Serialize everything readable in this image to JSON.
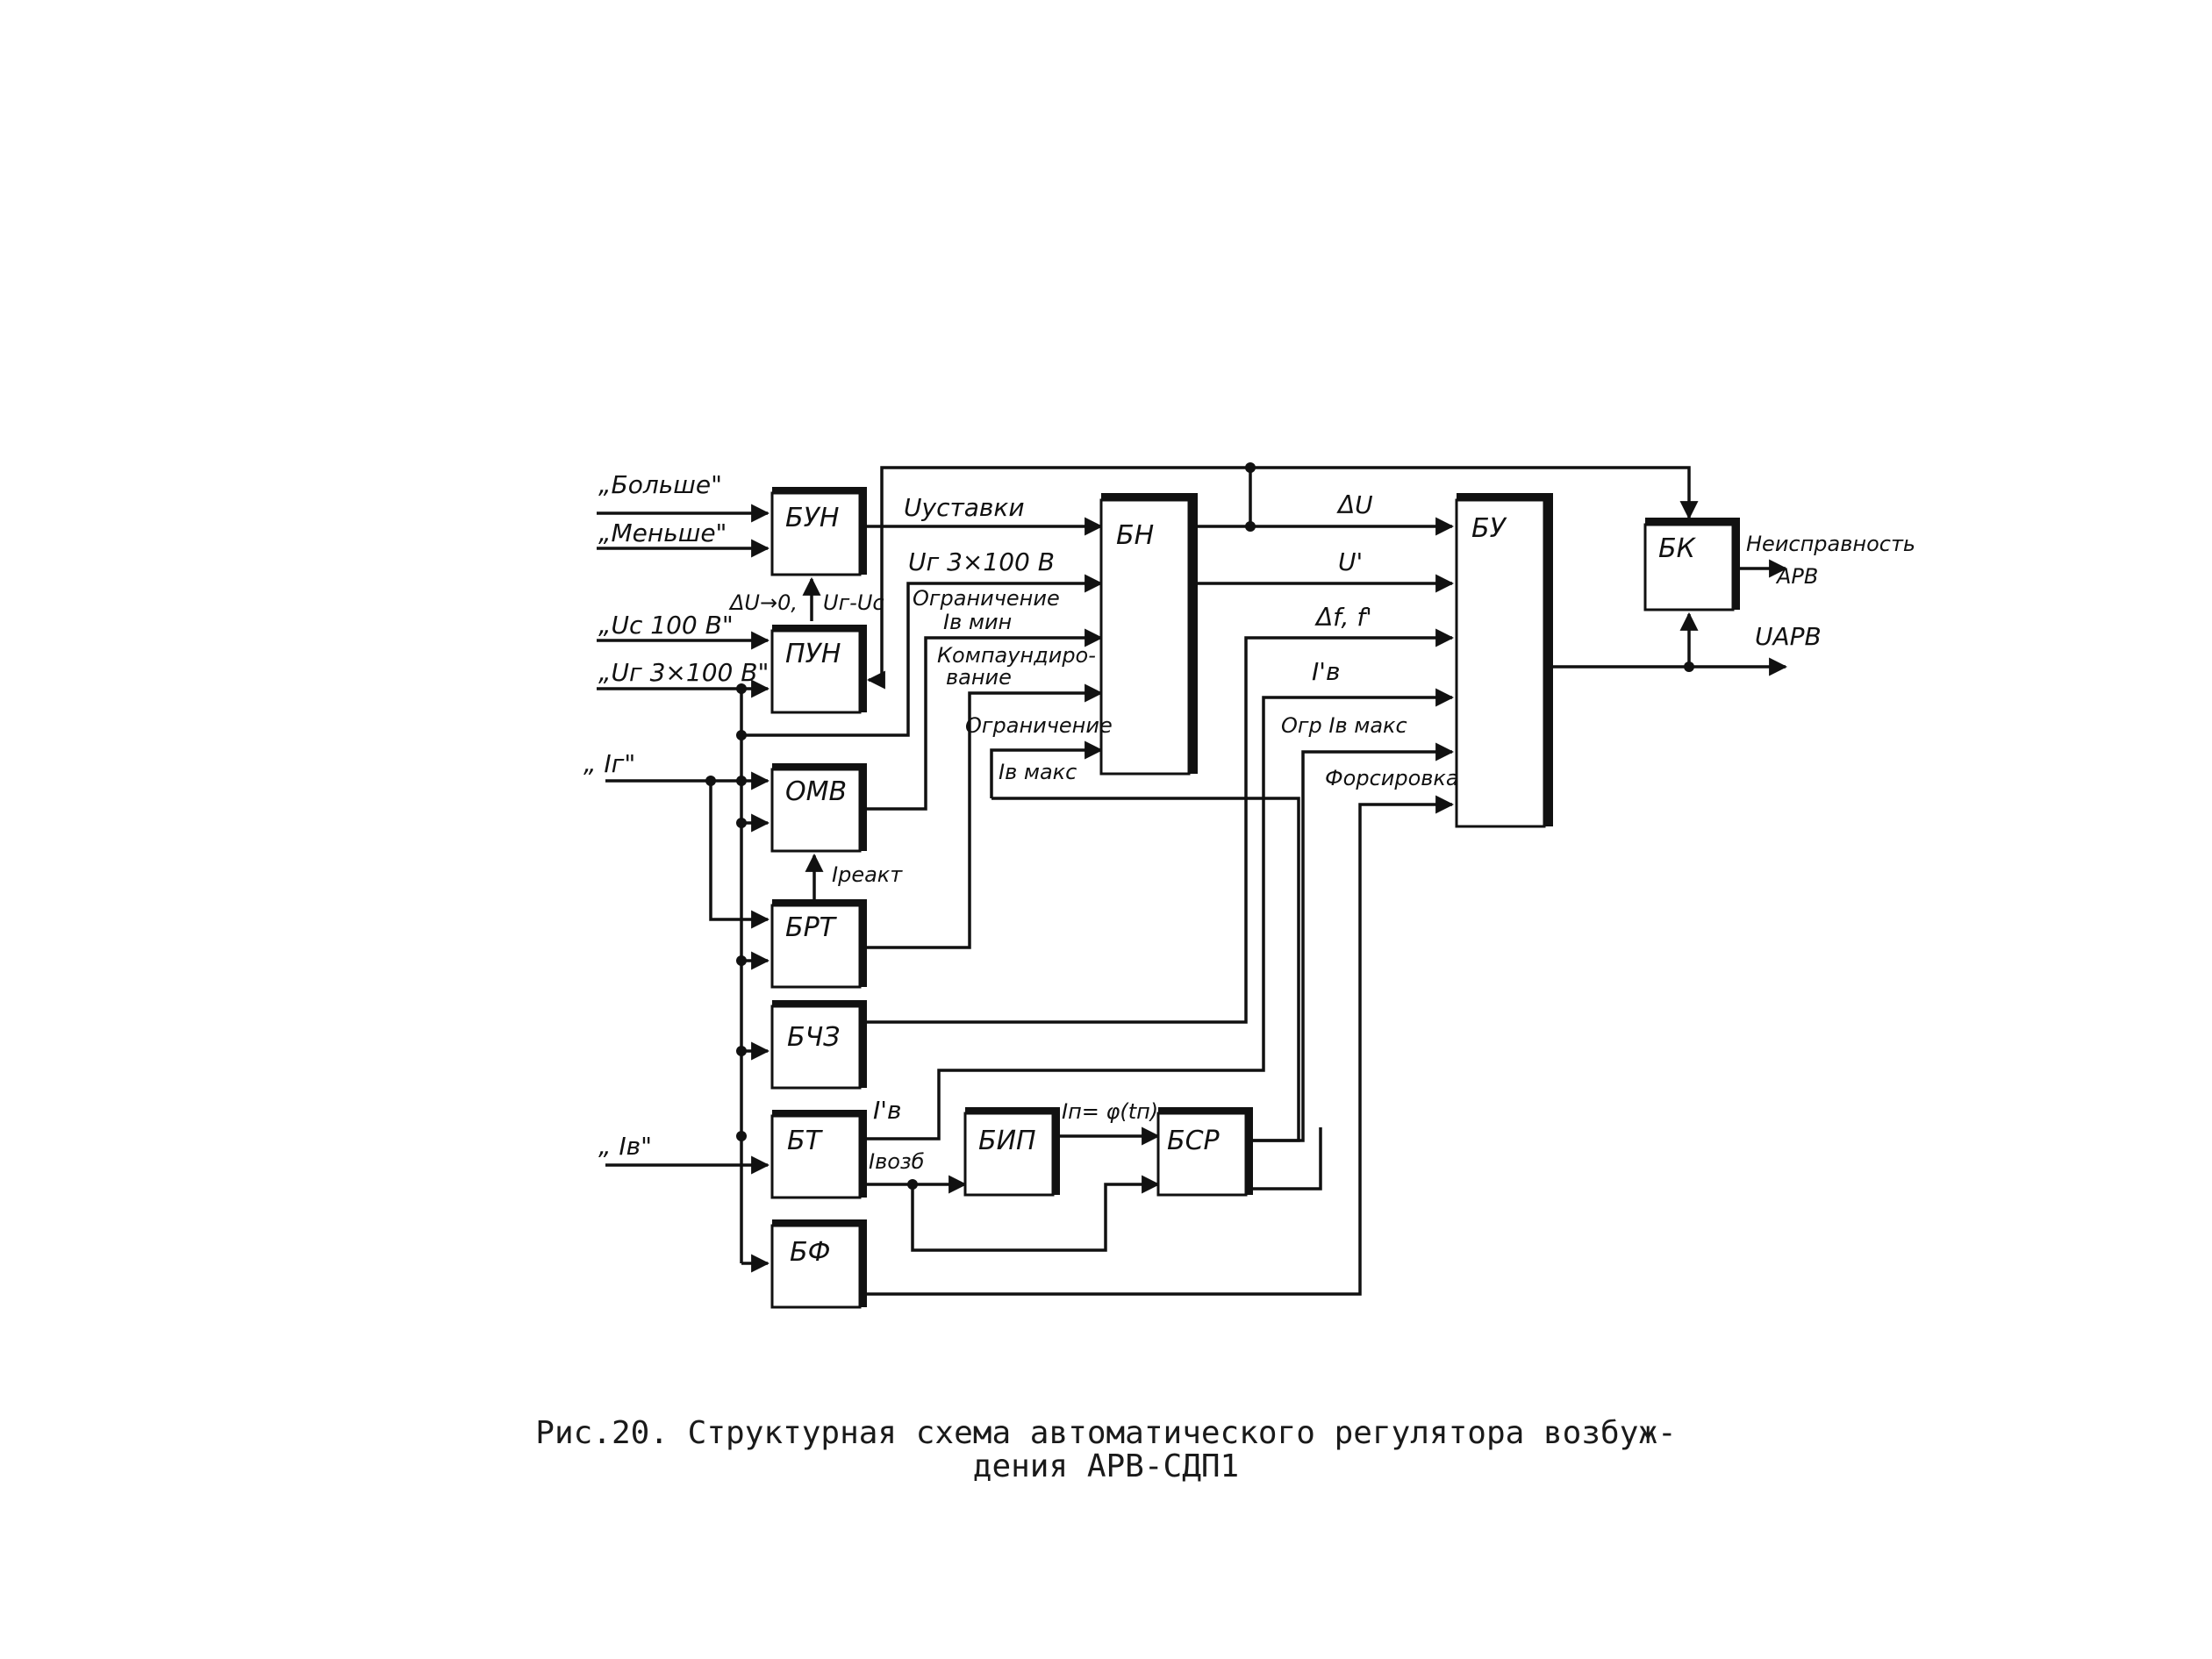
{
  "diagram": {
    "blocks": {
      "bun": "БУН",
      "pun": "ПУН",
      "omv": "ОМВ",
      "brt": "БРТ",
      "bchz": "БЧЗ",
      "bt": "БТ",
      "bf": "БФ",
      "bip": "БИП",
      "bsr": "БСР",
      "bn": "БН",
      "bu": "БУ",
      "bk": "БК"
    },
    "inputs": {
      "bolshe": "„Больше\"",
      "menshe": "„Меньше\"",
      "uc100": "„Uc 100 В\"",
      "ur3x100": "„Uг 3×100 В\"",
      "ig": "„ Iг\"",
      "iv": "„ Iв\""
    },
    "signals": {
      "u_ustavki": "Uуставки",
      "ur_3x100": "Uг 3×100 В",
      "du_zero": "ΔU→0,",
      "ur_uc": "Uг-Uс",
      "ogr_min_1": "Ограничение",
      "ogr_min_2": "Iв мин",
      "komp_1": "Компаундиро-",
      "komp_2": "вание",
      "ogr_max_1": "Ограничение",
      "ogr_max_2": "Iв макс",
      "i_reakt": "Iреакт",
      "i_v_prime_bt": "I'в",
      "i_vozb": "Iвозб",
      "i_n_phi": "Iп= φ(tп)",
      "du": "ΔU",
      "u_prime": "U'",
      "df_f": "Δf, f'",
      "i_v_prime": "I'в",
      "ogr_iv_max": "Огр Iв макс",
      "forsirovka": "Форсировка",
      "neispravnost_1": "Неисправность",
      "neispravnost_2": "АРВ",
      "u_arv": "UАРВ"
    }
  },
  "caption": {
    "line1": "Рис.20. Структурная схема автоматического регулятора возбуж-",
    "line2": "дения АРВ-СДП1"
  }
}
